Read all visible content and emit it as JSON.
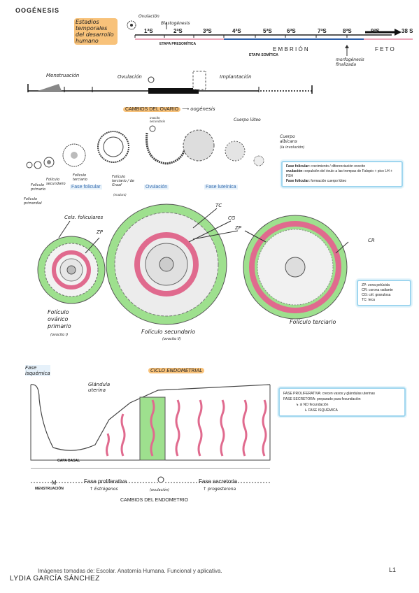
{
  "title": "OOGÉNESIS",
  "timeline": {
    "label": "Estadios temporales del desarrollo humano",
    "weeks": [
      "1ªS",
      "2ªS",
      "3ªS",
      "4ªS",
      "5ªS",
      "6ªS",
      "7ªS",
      "8ªS",
      "9ªS",
      "38 S"
    ],
    "ovulacion": "Ovulación",
    "blastogenesis": "Blastogénesis",
    "etapa_presomitica": "ETAPA PRESOMÍTICA",
    "embrion": "E M B R I Ó N",
    "etapa_somitica": "ETAPA SOMÍTICA",
    "feto": "F E T O",
    "morfogenesis": "morfogénesis finalizada"
  },
  "cycle_bar": {
    "menstruacion": "Menstruación",
    "ovulacion": "Ovulación",
    "implantacion": "Implantación"
  },
  "ovary": {
    "heading": "CAMBIOS DEL OVARIO",
    "heading_arrow_text": "oogénesis",
    "ovocito_secundario": "ovocito secundario",
    "cuerpo_luteo": "Cuerpo lúteo",
    "cuerpo_albicans": "Cuerpo albicans",
    "cuerpo_albicans_sub": "(la involución)",
    "foliculo_primordial": "Folículo primordial",
    "foliculo_primario": "Folículo primario",
    "foliculo_secundario": "Folículo secundario",
    "foliculo_terciario_small": "Folículo terciario",
    "foliculo_terciario_graaf": "Folículo terciario / de Graaf",
    "maduro": "(maduro)",
    "phases": [
      "Fase folicular",
      "Ovulación",
      "Fase luteínica"
    ],
    "notes": [
      {
        "term": "Fase folicular:",
        "text": "crecimiento / diferenciación ovocito"
      },
      {
        "term": "ovulación:",
        "text": "expulsión del óvulo a las trompas de Falopio + pico LH + FSH"
      },
      {
        "term": "Fase folicular:",
        "text": "formación cuerpo lúteo"
      }
    ]
  },
  "follicles": {
    "cels_foliculares": "Cels. foliculares",
    "zp": "ZP",
    "tc": "TC",
    "cg": "CG",
    "cr": "CR",
    "primario": "Folículo ovárico primario",
    "primario_sub": "(ovocito I)",
    "secundario": "Folículo secundario",
    "secundario_sub": "(ovocito II)",
    "terciario": "Folículo terciario",
    "legend": [
      "ZP: zona pelúcida",
      "CR: corona radiante",
      "CG: cél. granulosa",
      "TC: teca"
    ]
  },
  "endometrium": {
    "heading": "CICLO ENDOMETRIAL",
    "fase_isquemica": "Fase isquémica",
    "glandula": "Glándula uterina",
    "capa_basal": "CAPA BASAL",
    "m": "M",
    "menstruacion": "MENSTRUACIÓN",
    "fase_proliferativa": "Fase proliferativa",
    "fase_secretoria": "Fase secretoria",
    "estrogenos": "↑ Estrógenos",
    "ovulacion": "(ovulación)",
    "progesterona": "↑ progesterona",
    "caption": "CAMBIOS DEL ENDOMETRIO",
    "notes": [
      "FASE PROLIFERATIVA: crecen vasos y glándulas uterinas",
      "FASE SECRETORA: preparado para fecundación",
      "↳ si NO fecundación",
      "↳ FASE ISQUÉMICA"
    ]
  },
  "footer": {
    "source": "Imágenes tomadas de: Escolar. Anatomía Humana. Funcional y aplicativa.",
    "page": "L1",
    "author": "LYDIA GARCÍA SÁNCHEZ"
  }
}
